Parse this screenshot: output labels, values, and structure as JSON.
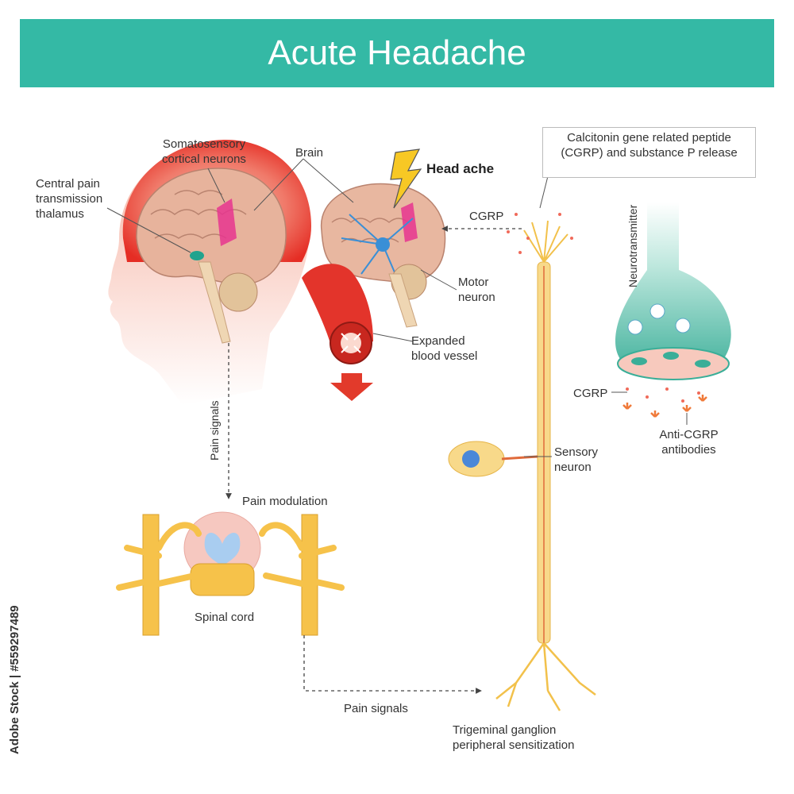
{
  "title": "Acute Headache",
  "labels": {
    "somatosensory": "Somatosensory cortical neurons",
    "brain": "Brain",
    "central_pain": "Central pain transmission thalamus",
    "headache": "Head ache",
    "cgrp_top": "CGRP",
    "cgrp_box": "Calcitonin gene related peptide (CGRP) and substance P release",
    "neurotransmitter": "Neurotransmitter",
    "motor_neuron": "Motor neuron",
    "expanded_vessel": "Expanded blood vessel",
    "cgrp_right": "CGRP",
    "anti_cgrp": "Anti-CGRP antibodies",
    "pain_signals_vertical": "Pain signals",
    "sensory_neuron": "Sensory neuron",
    "pain_modulation": "Pain modulation",
    "spinal_cord": "Spinal cord",
    "pain_signals_bottom": "Pain signals",
    "trigeminal": "Trigeminal ganglion peripheral sensitization"
  },
  "credit": "Adobe Stock | #559297489",
  "colors": {
    "banner": "#34b9a5",
    "nerve": "#f5c24a",
    "vessel": "#e3342b",
    "brain": "#e8b7a0",
    "synapse": "#3fb8a0"
  }
}
